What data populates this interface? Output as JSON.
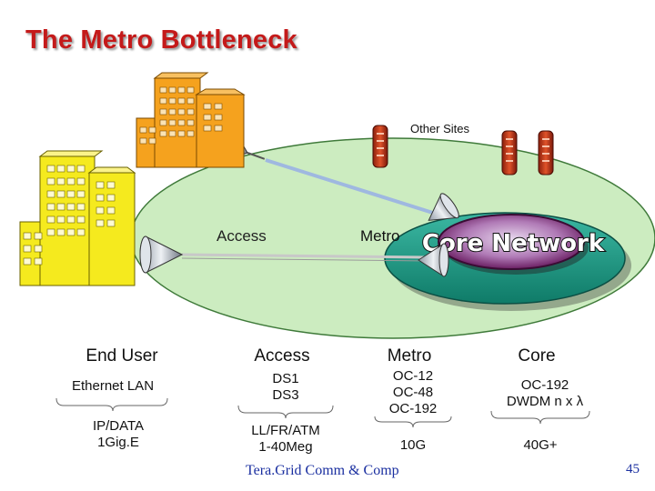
{
  "title": "The Metro Bottleneck",
  "diagram": {
    "other_sites_label": "Other Sites",
    "access_label": "Access",
    "metro_label": "Metro",
    "core_label": "Core Network"
  },
  "table": {
    "headers": [
      "End User",
      "Access",
      "Metro",
      "Core"
    ],
    "technologies": [
      "Ethernet LAN",
      "DS1\nDS3",
      "OC-12\nOC-48\nOC-192",
      "OC-192\nDWDM n x λ"
    ],
    "services": [
      "IP/DATA\n1Gig.E",
      "LL/FR/ATM\n1-40Meg",
      "10G",
      "40G+"
    ]
  },
  "footer": "Tera.Grid Comm & Comp",
  "page_number": "45",
  "colors": {
    "title": "#c41a1a",
    "outer_ring": "#ccecc0",
    "metro_ring": "#1e9a86",
    "core_ring": "#7a2a6e",
    "building_yellow": "#f5ea1e",
    "building_orange": "#f5a21e",
    "footer": "#1a2fa0"
  }
}
